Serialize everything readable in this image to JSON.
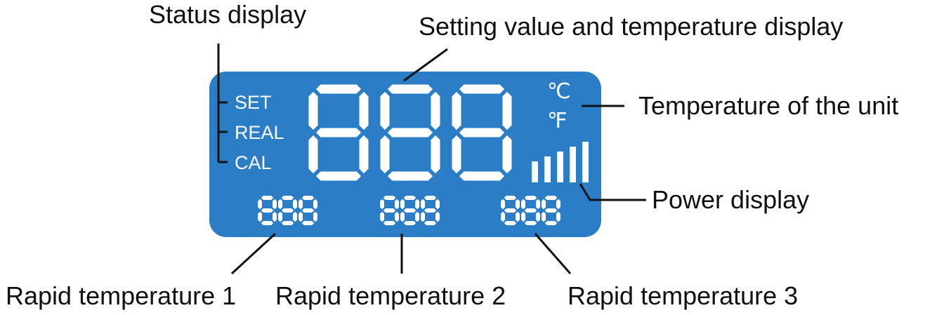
{
  "callouts": {
    "status_display": "Status display",
    "setting_display": "Setting value and temperature display",
    "unit_temperature": "Temperature of the unit",
    "power_display": "Power display",
    "rapid_1": "Rapid temperature 1",
    "rapid_2": "Rapid temperature 2",
    "rapid_3": "Rapid temperature 3"
  },
  "lcd": {
    "status_labels": [
      "SET",
      "REAL",
      "CAL"
    ],
    "units": [
      "℃",
      "℉"
    ],
    "main_digits": "888",
    "rapid_digits": [
      "888",
      "888",
      "888"
    ],
    "power_bar_count": 5
  },
  "colors": {
    "panel": "#2b7dc6",
    "segment": "#ffffff",
    "text": "#111111"
  }
}
